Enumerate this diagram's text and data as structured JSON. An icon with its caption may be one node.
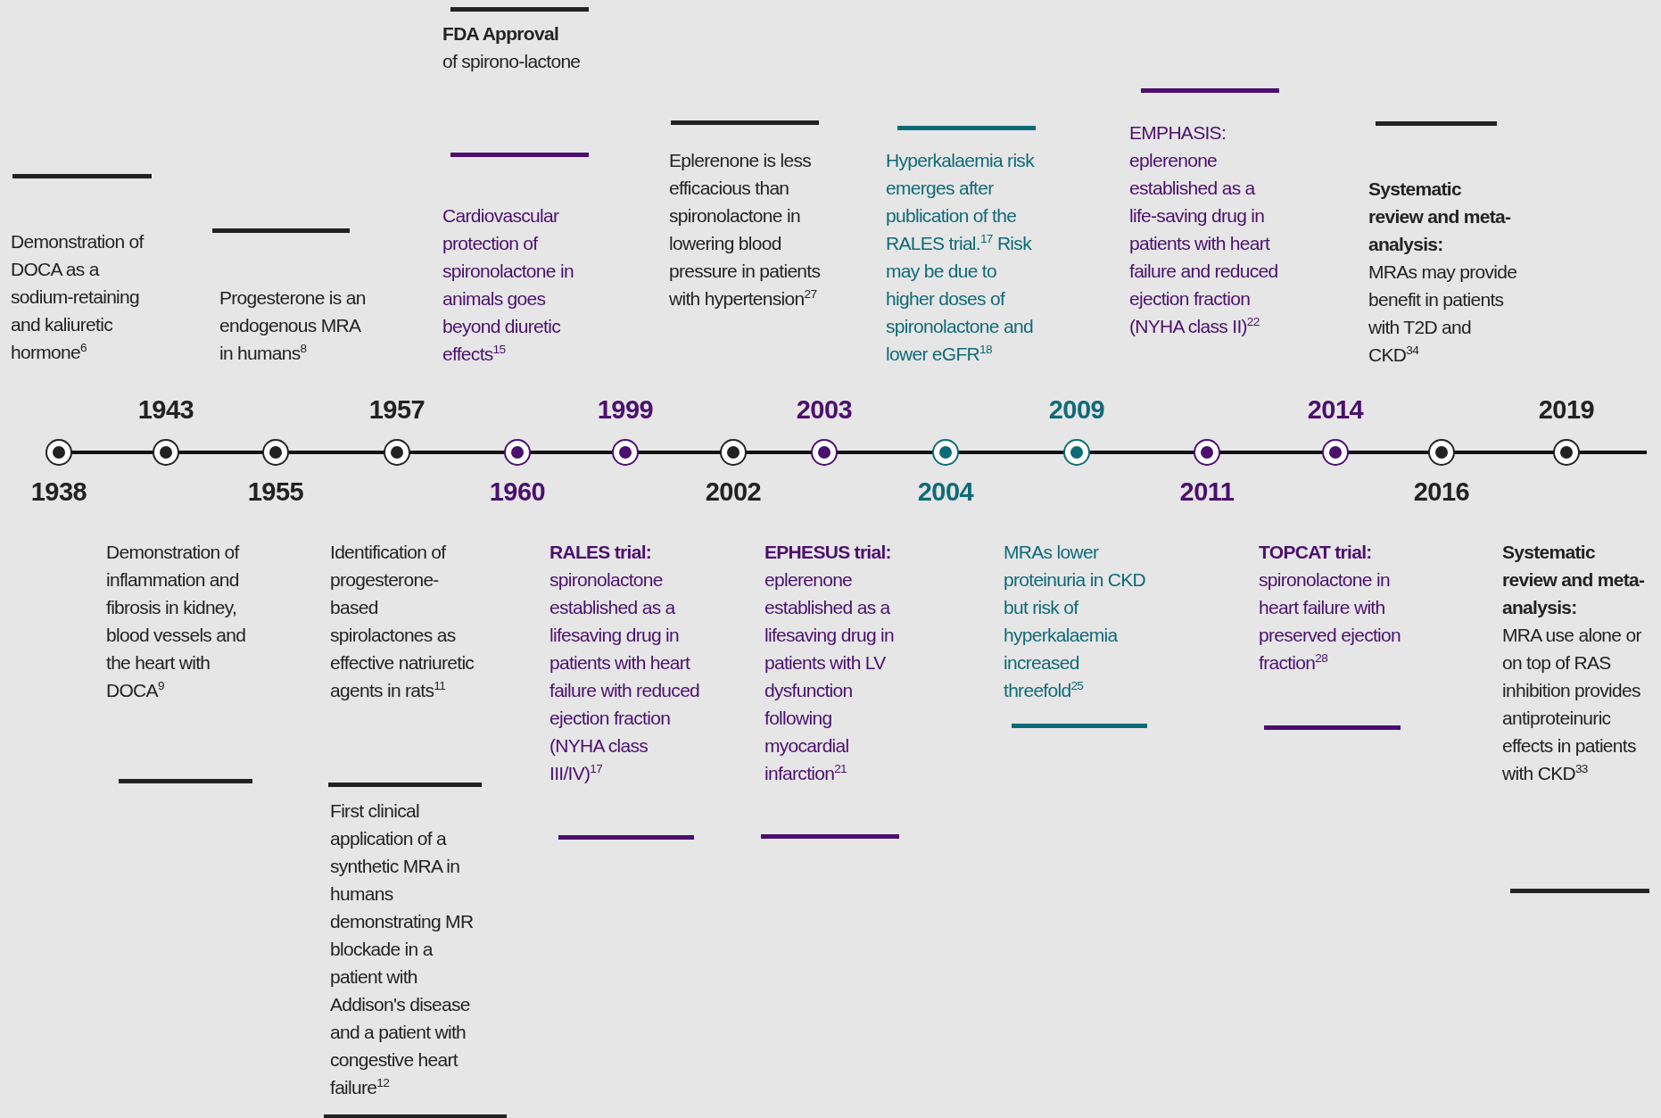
{
  "diagram": {
    "nodes": [
      {
        "text": [
          "1938"
        ]
      },
      {
        "text": [
          "1943"
        ]
      },
      {
        "text": [
          "1955"
        ]
      },
      {
        "text": [
          "1957"
        ]
      },
      {
        "text": [
          "1960"
        ]
      },
      {
        "text": [
          "1999"
        ]
      },
      {
        "text": [
          "2002"
        ]
      },
      {
        "text": [
          "2003"
        ]
      },
      {
        "text": [
          "2004"
        ]
      },
      {
        "text": [
          "2009"
        ]
      },
      {
        "text": [
          "2011"
        ]
      },
      {
        "text": [
          "2014"
        ]
      },
      {
        "text": [
          "2016"
        ]
      },
      {
        "text": [
          "2019"
        ]
      },
      {
        "text": [
          "Demonstration of DOCA as a sodium-retaining and kaliuretic hormone$^{6}$"
        ]
      },
      {
        "text": [
          "Progesterone is an endogenous MRA in humans$^{8}$"
        ]
      },
      {
        "text": [
          "FDA Approval",
          "of spirono-lactone"
        ]
      },
      {
        "text": [
          "Cardiovascular protection of spironolactone in animals goes beyond diuretic effects$^{15}$"
        ]
      },
      {
        "text": [
          "Eplerenone is less efficacious than spironolactone in lowering blood pressure in patients with hypertension$^{27}$"
        ]
      },
      {
        "text": [
          "Hyperkalaemia risk emerges after publication of the RALES trial.$^{17}$ Risk may be due to higher doses of spironolactone and lower eGFR$^{18}$"
        ]
      },
      {
        "text": [
          "EMPHASIS: eplerenone established as a life-saving drug in patients with heart failure and reduced ejection fraction (NYHA class II)$^{22}$"
        ]
      },
      {
        "text": [
          "Systematic review and meta-analysis:",
          "MRAs may provide benefit in patients with T2D and CKD$^{34}$"
        ]
      },
      {
        "text": [
          "Demonstration of inflammation and fibrosis in kidney, blood vessels and the heart with DOCA$^{9}$"
        ]
      },
      {
        "text": [
          "Identification of progesterone-based spirolactones as effective natriuretic agents in rats$^{11}$"
        ]
      },
      {
        "text": [
          "First clinical application of a synthetic MRA in humans demonstrating MR blockade in a patient with Addison's disease and a patient with congestive heart failure$^{12}$"
        ]
      },
      {
        "text": [
          "RALES trial:",
          "spironolactone established as a lifesaving drug in patients with heart failure with reduced ejection fraction (NYHA class III/IV)$^{17}$"
        ]
      },
      {
        "text": [
          "EPHESUS trial:",
          "eplerenone established as a lifesaving drug in patients with LV dysfunction following myocardial infarction$^{21}$"
        ]
      },
      {
        "text": [
          "MRAs lower proteinuria in CKD but risk of hyperkalaemia increased threefold$^{25}$"
        ]
      },
      {
        "text": [
          "TOPCAT trial:",
          "spironolactone in heart failure with preserved ejection fraction$^{28}$"
        ]
      },
      {
        "text": [
          "Systematic review and meta-analysis:",
          "MRA use alone or on top of RAS inhibition provides antiproteinuric effects in patients with CKD$^{33}$"
        ]
      }
    ]
  }
}
